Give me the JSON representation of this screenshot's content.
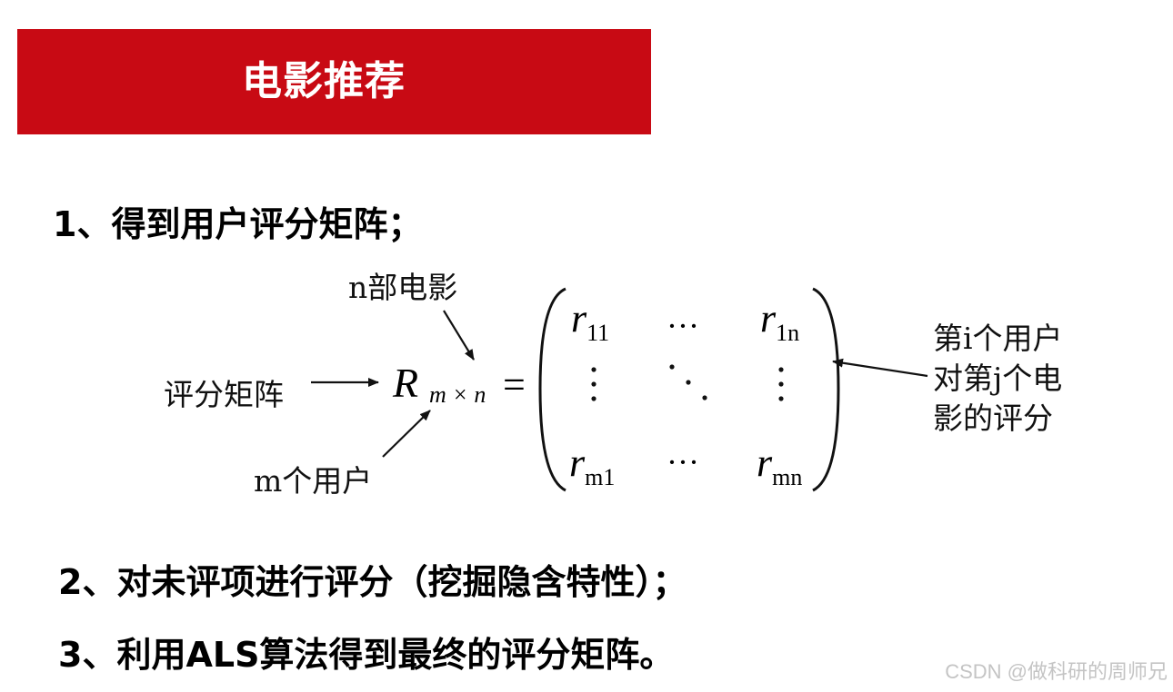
{
  "header": {
    "title": "电影推荐"
  },
  "steps": [
    {
      "text": "1、得到用户评分矩阵；"
    },
    {
      "text": "2、对未评项进行评分（挖掘隐含特性）；"
    },
    {
      "text": "3、利用ALS算法得到最终的评分矩阵。"
    }
  ],
  "diagram": {
    "movies_label": "n部电影",
    "matrix_label": "评分矩阵",
    "users_label": "m个用户",
    "entry_label_lines": [
      "第i个用户",
      "对第j个电",
      "影的评分"
    ],
    "matrix_symbol": "R",
    "matrix_subscript": "m × n",
    "equals": "=",
    "cells": {
      "top_left": {
        "base": "r",
        "sub": "11"
      },
      "top_right": {
        "base": "r",
        "sub": "1n"
      },
      "bottom_left": {
        "base": "r",
        "sub": "m1"
      },
      "bottom_right": {
        "base": "r",
        "sub": "mn"
      }
    },
    "hdots": "···"
  },
  "watermark": "CSDN @做科研的周师兄",
  "colors": {
    "title_bar": "#c80a14",
    "title_text": "#ffffff",
    "watermark": "#c4c4c4"
  }
}
